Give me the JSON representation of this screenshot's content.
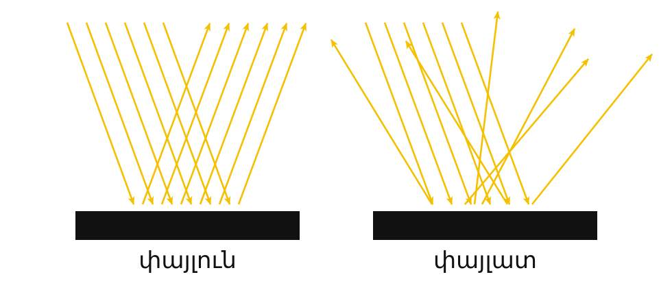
{
  "colors": {
    "ray": "#F5C000",
    "surface": "#111111",
    "background": "#FFFFFF"
  },
  "panels": [
    {
      "id": "specular",
      "caption": "փայլուն",
      "reflection": "specular",
      "incident_rays": 6,
      "reflected_rays": 6
    },
    {
      "id": "diffuse",
      "caption": "փայլատ",
      "reflection": "diffuse",
      "incident_rays": 6,
      "reflected_rays": 6
    }
  ]
}
